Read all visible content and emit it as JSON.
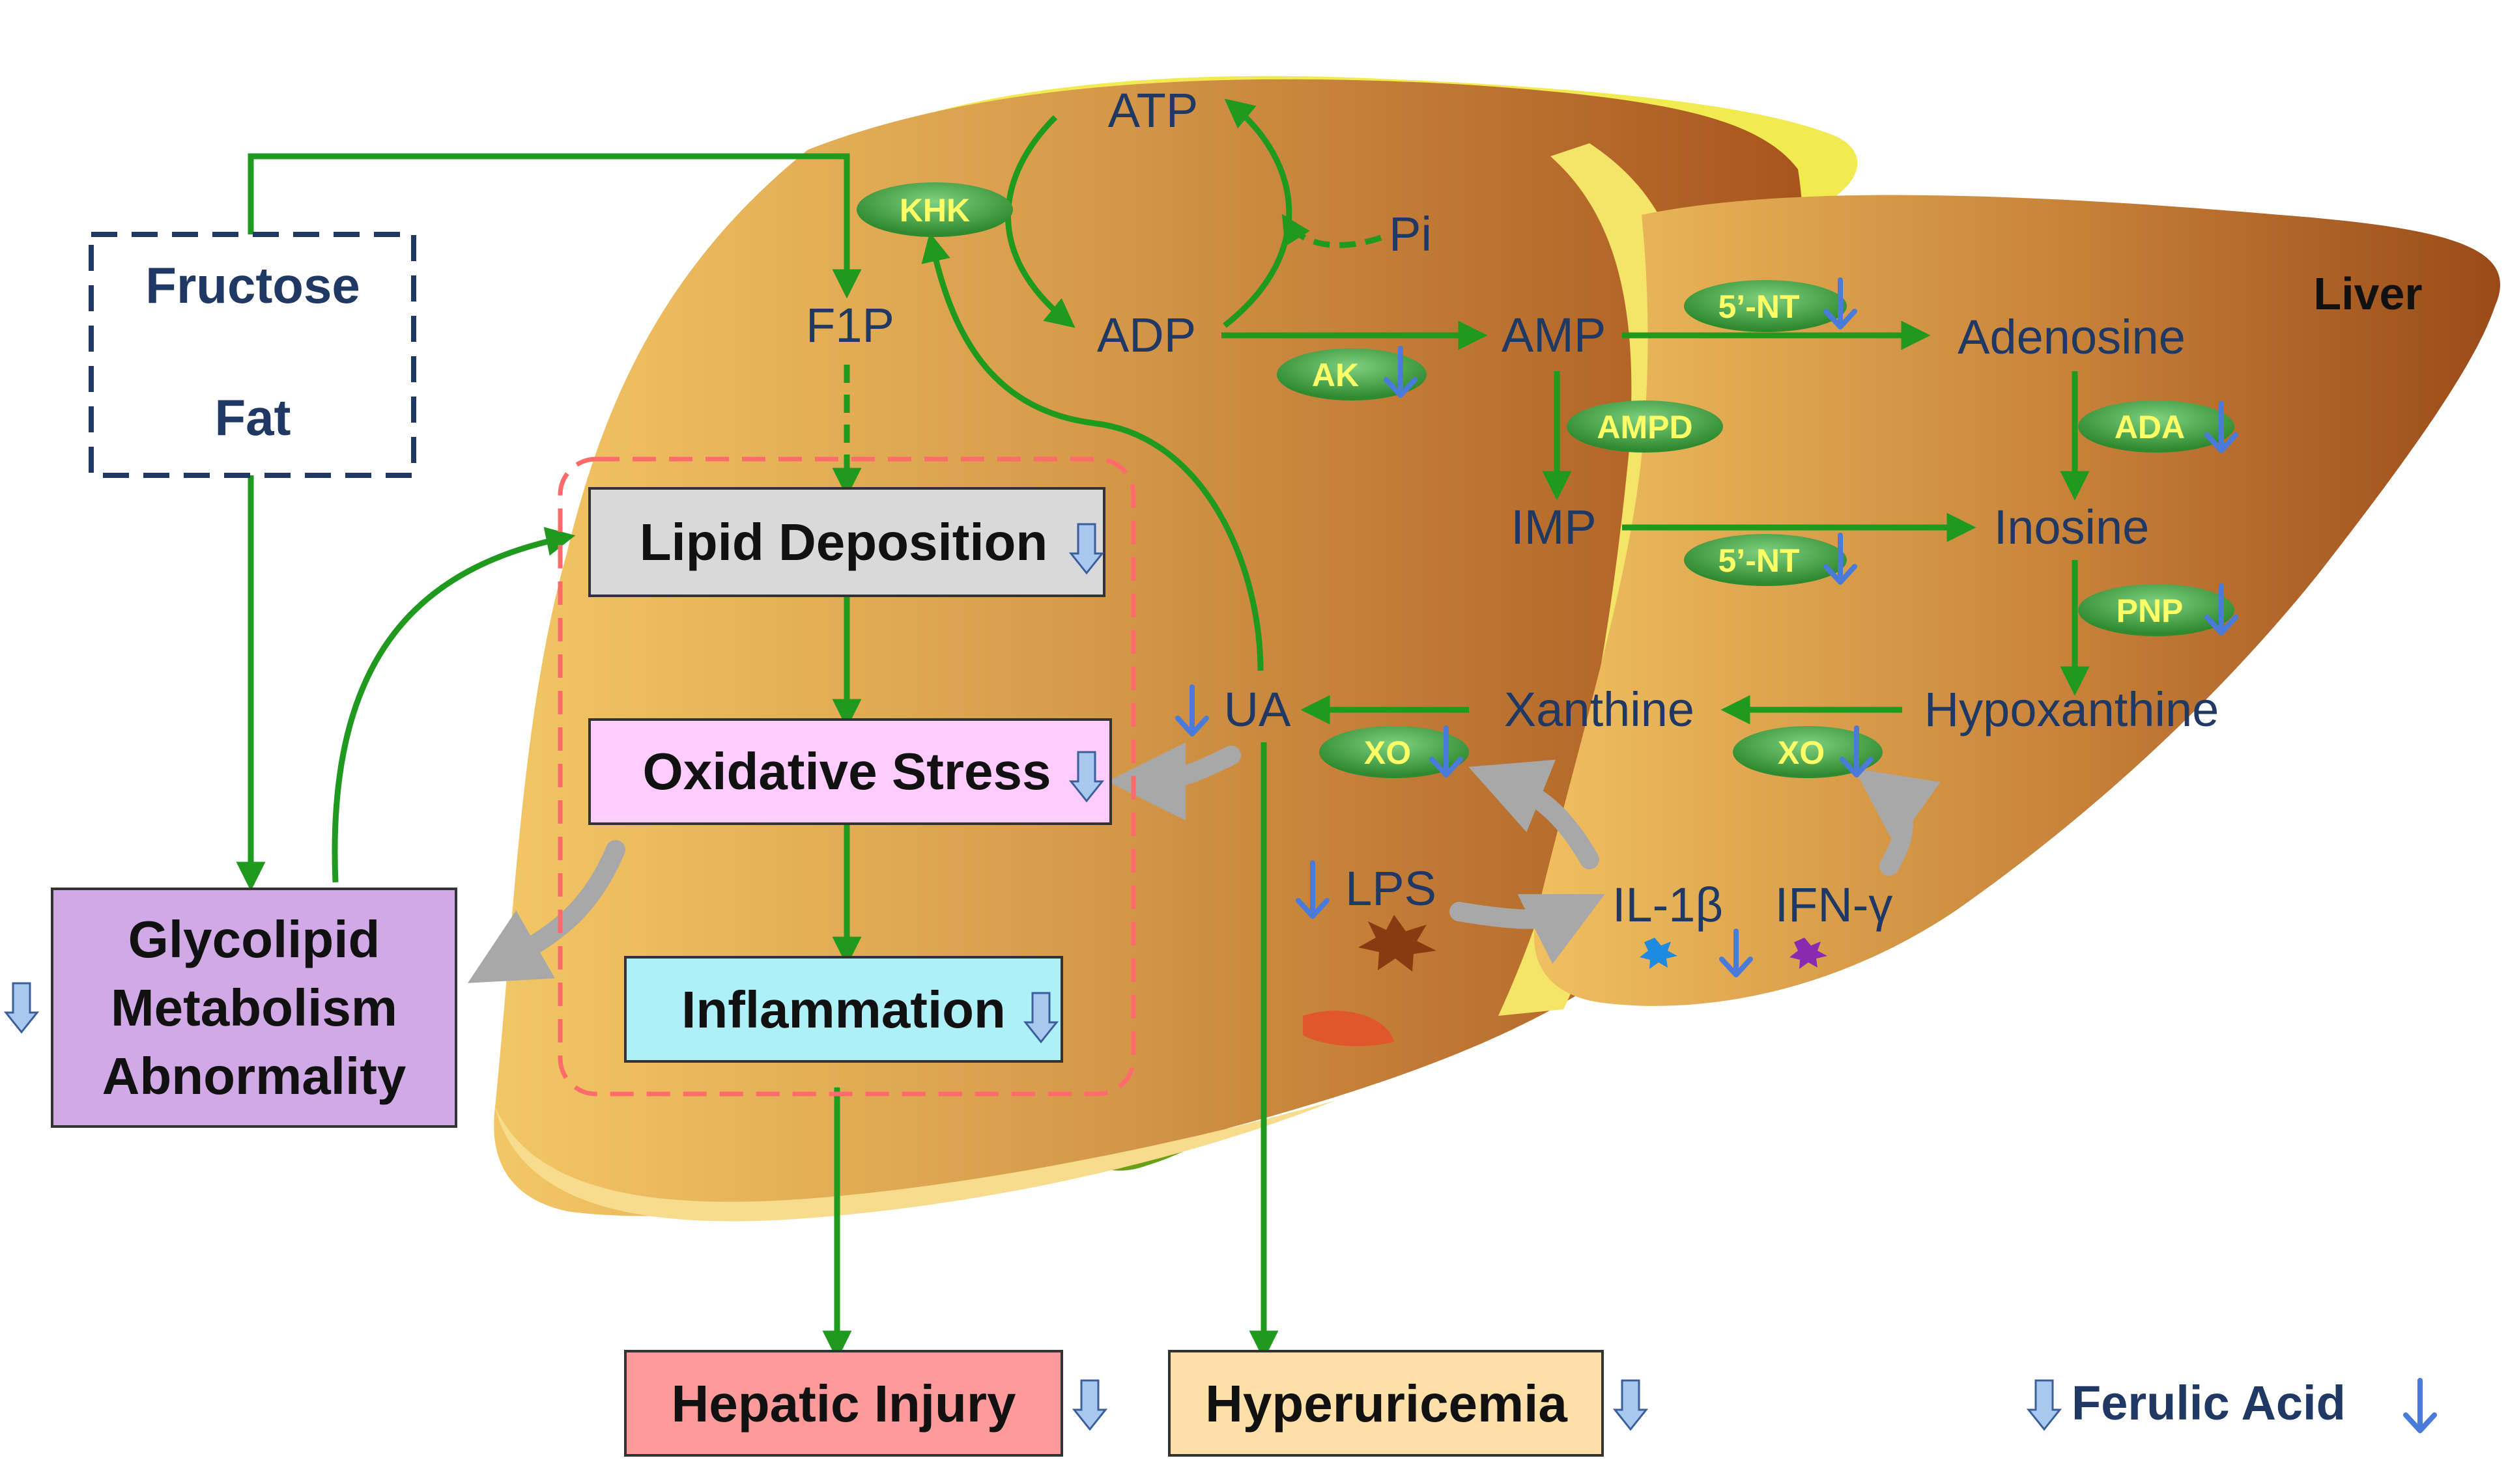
{
  "inputs": {
    "fructose": "Fructose",
    "fat": "Fat"
  },
  "organ_label": "Liver",
  "metabolites": {
    "atp": "ATP",
    "adp": "ADP",
    "pi": "Pi",
    "f1p": "F1P",
    "amp": "AMP",
    "imp": "IMP",
    "adenosine": "Adenosine",
    "inosine": "Inosine",
    "hypoxanthine": "Hypoxanthine",
    "xanthine": "Xanthine",
    "ua": "UA",
    "lps": "LPS",
    "il1b": "IL-1β",
    "ifng": "IFN-γ"
  },
  "enzymes": {
    "khk": "KHK",
    "ak": "AK",
    "nt_amp": "5’-NT",
    "ampd": "AMPD",
    "ada": "ADA",
    "nt_imp": "5’-NT",
    "pnp": "PNP",
    "xo_ua": "XO",
    "xo_xanthine": "XO"
  },
  "boxes": {
    "lipid": "Lipid Deposition",
    "oxidative": "Oxidative Stress",
    "inflammation": "Inflammation",
    "glycolipid": [
      "Glycolipid",
      "Metabolism",
      "Abnormality"
    ],
    "hepatic": "Hepatic Injury",
    "hyperuricemia": "Hyperuricemia"
  },
  "legend": {
    "label": "Ferulic Acid"
  },
  "colors": {
    "flow_arrow": "#1f9a1f",
    "down_arrow": "#4a7bd8",
    "metabolite_text": "#1f3864",
    "enzyme_fill": "#3f9a3f",
    "enzyme_text": "#ffff66",
    "lipid_fill": "#d9d9d9",
    "oxidative_fill": "#ffccff",
    "inflammation_fill": "#aef0f8",
    "glycolipid_fill": "#d0a9e6",
    "hepatic_fill": "#ff9a9a",
    "hyperuricemia_fill": "#fde0a8",
    "dashed_box": "#ff6b6b"
  }
}
